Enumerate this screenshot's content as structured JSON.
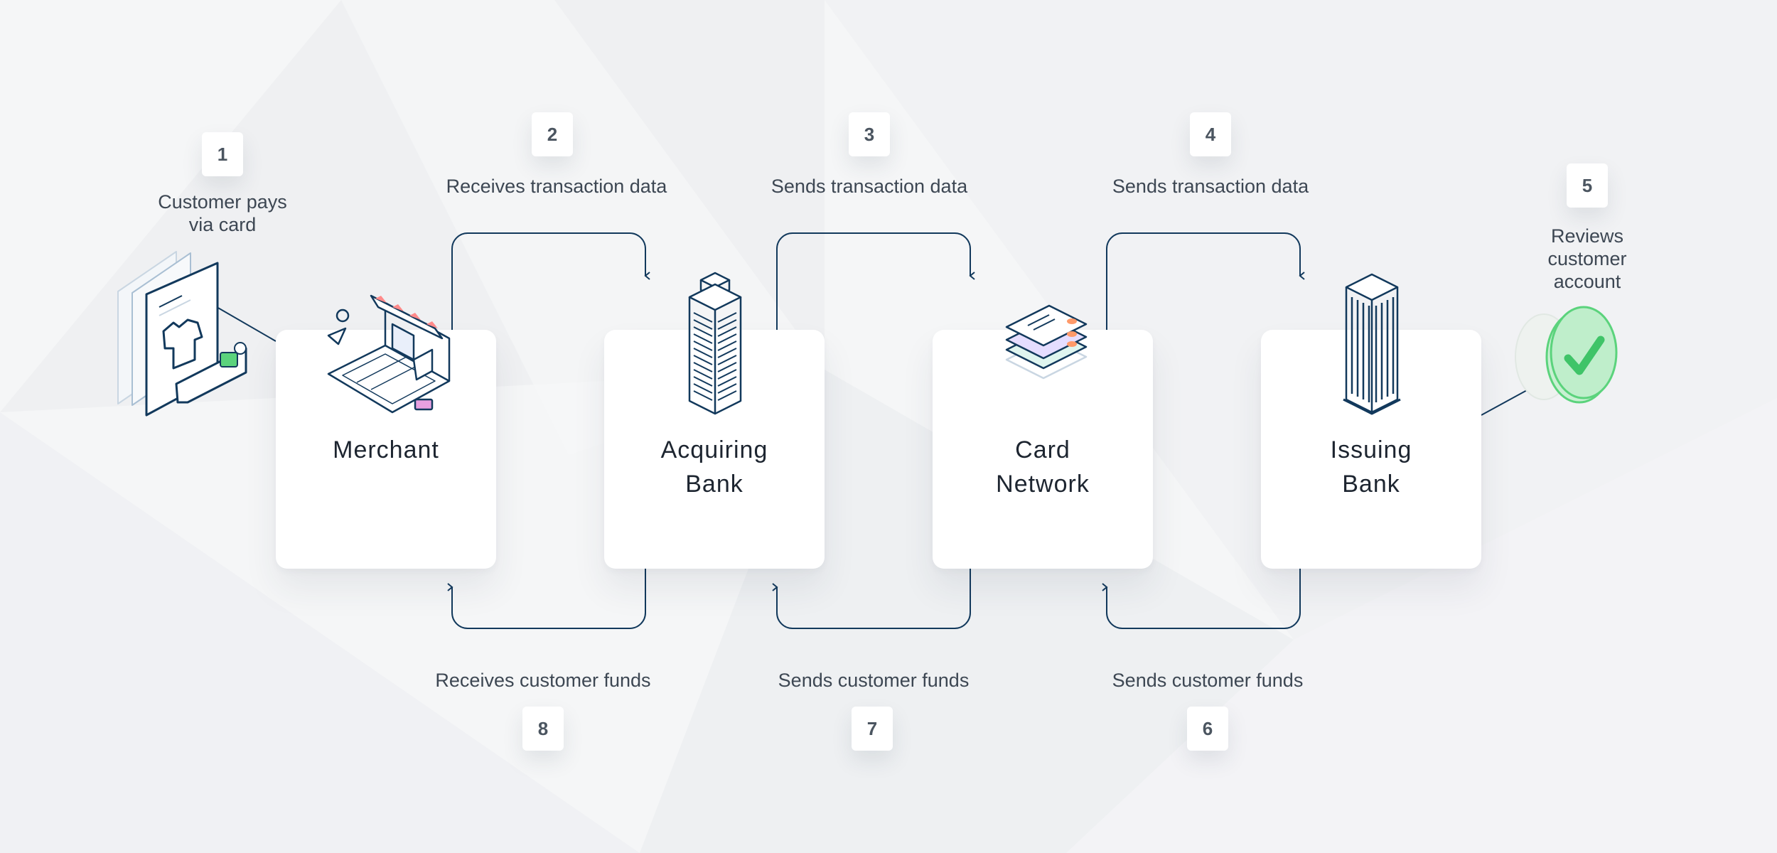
{
  "steps": [
    {
      "number": "1",
      "text": "Customer pays\nvia card"
    },
    {
      "number": "2",
      "text": "Receives transaction data"
    },
    {
      "number": "3",
      "text": "Sends transaction data"
    },
    {
      "number": "4",
      "text": "Sends transaction data"
    },
    {
      "number": "5",
      "text": "Reviews\ncustomer\naccount"
    },
    {
      "number": "6",
      "text": "Sends customer funds"
    },
    {
      "number": "7",
      "text": "Sends customer funds"
    },
    {
      "number": "8",
      "text": "Receives customer funds"
    }
  ],
  "nodes": [
    {
      "label": "Merchant",
      "icon": "storefront-laptop-icon"
    },
    {
      "label": "Acquiring\nBank",
      "icon": "office-tower-icon"
    },
    {
      "label": "Card\nNetwork",
      "icon": "card-stack-icon"
    },
    {
      "label": "Issuing\nBank",
      "icon": "skyscraper-icon"
    }
  ],
  "endpoints": {
    "start_icon": "payment-document-icon",
    "end_icon": "green-checkmark-icon"
  },
  "colors": {
    "line": "#12395c",
    "check": "#5bd37c",
    "text": "#3d4753",
    "background": "#f5f6f7"
  }
}
